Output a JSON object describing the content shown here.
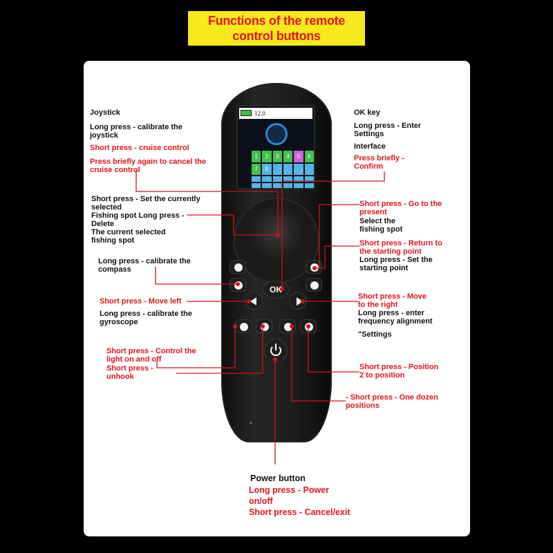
{
  "banner": {
    "line1": "Functions of the remote",
    "line2": "control buttons"
  },
  "screen": {
    "readout": "12.0",
    "grid_cells": [
      "1",
      "2",
      "3",
      "4",
      "5",
      "6",
      "7",
      "8",
      "",
      "",
      "",
      "",
      "",
      "",
      "",
      "",
      "",
      "",
      "",
      "",
      "",
      "",
      "",
      ""
    ]
  },
  "device": {
    "ok_label": "OK"
  },
  "labels": {
    "joystick": "Joystick",
    "joystick_long": "Long press - calibrate the\njoystick",
    "joystick_short": "Short press - cruise control",
    "joystick_again": "Press briefly again to cancel the\ncruise control",
    "ok_key": "OK key",
    "ok_long": "Long press - Enter\nSettings",
    "ok_interface": "Interface",
    "ok_short": "Press briefly -\nConfirm",
    "spot_short": "Short press - Set the currently\nselected\nFishing spot Long press -\nDelete\nThe current selected\nfishing spot",
    "goto_short": "Short press - Go to the\npresent",
    "goto_select": "Select the\nfishing spot",
    "return_short": "Short press - Return to\nthe starting point",
    "return_long": "Long press - Set the\nstarting point",
    "compass_long": "Long press - calibrate the\ncompass",
    "move_left": "Short press - Move left",
    "gyro_long": "Long press - calibrate the\ngyroscope",
    "move_right": "Short press - Move\nto the right",
    "freq_long": "Long press - enter\nfrequency alignment",
    "freq_settings": "\"Settings",
    "light_short": "Short press - Control the\nlight on and off",
    "unhook_short": "Short press -\nunhook",
    "pos2_short": "Short press - Position\n2 to position",
    "dozen_short": "- Short press - One dozen\npositions",
    "power_button": "Power button",
    "power_long": "Long press - Power\non/off",
    "power_short": "Short press - Cancel/exit"
  },
  "colors": {
    "banner_bg": "#f7e91c",
    "banner_text": "#e8141c",
    "accent_red": "#e1141c",
    "text_dark": "#111111",
    "panel_bg": "#ffffff"
  }
}
